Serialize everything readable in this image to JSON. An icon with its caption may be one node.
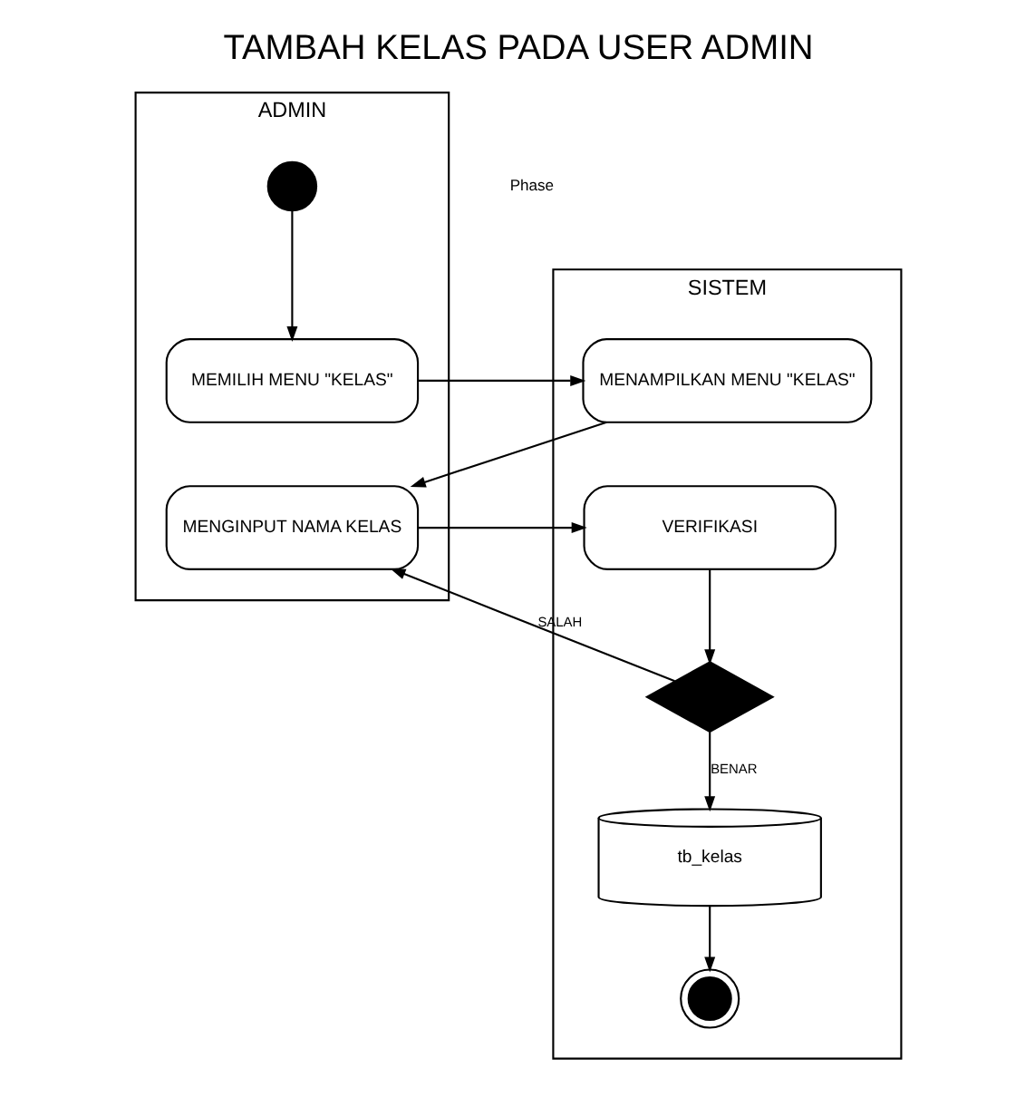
{
  "diagram": {
    "title": "TAMBAH KELAS PADA USER ADMIN",
    "nodes": [
      {
        "text": [
          "ADMIN"
        ]
      },
      {
        "text": [
          "SISTEM"
        ]
      },
      {
        "text": [],
        "shape": "circle",
        "in": 0
      },
      {
        "text": [
          "MEMILIH MENU \"KELAS\""
        ],
        "in": 0
      },
      {
        "text": [
          "MENAMPILKAN MENU \"KELAS\""
        ],
        "in": 1
      },
      {
        "text": [
          "MENGINPUT NAMA KELAS"
        ],
        "in": 0
      },
      {
        "text": [
          "VERIFIKASI"
        ],
        "in": 1
      },
      {
        "text": [],
        "shape": "diamond",
        "in": 1
      },
      {
        "text": [
          "tb_kelas"
        ],
        "in": 1
      },
      {
        "text": [],
        "shape": "circle",
        "in": 1
      }
    ],
    "edges": [
      {
        "from": 2,
        "to": 3,
        "arrow": "to"
      },
      {
        "from": 3,
        "to": 4,
        "arrow": "to"
      },
      {
        "from": 4,
        "to": 5,
        "arrow": "to"
      },
      {
        "from": 5,
        "to": 6,
        "arrow": "to"
      },
      {
        "from": 6,
        "to": 7,
        "arrow": "to"
      },
      {
        "from": 7,
        "to": 5,
        "label": "SALAH",
        "arrow": "to"
      },
      {
        "from": 7,
        "to": 8,
        "label": "BENAR",
        "arrow": "to"
      },
      {
        "from": 8,
        "to": 9,
        "arrow": "to"
      }
    ],
    "labels": [
      "Phase"
    ]
  }
}
